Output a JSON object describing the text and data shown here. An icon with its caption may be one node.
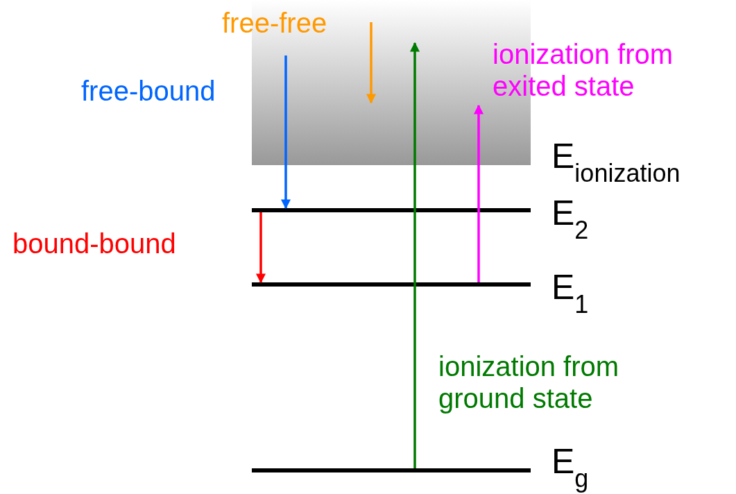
{
  "diagram": {
    "nodes": [
      {
        "text": [],
        "shape": "box",
        "beside": [
          "E$_{ionization}$"
        ]
      },
      {
        "text": [],
        "shape": "bar",
        "beside": [
          "E$_{2}$"
        ]
      },
      {
        "text": [],
        "shape": "bar",
        "beside": [
          "E$_{1}$"
        ]
      },
      {
        "text": [],
        "shape": "bar",
        "beside": [
          "E$_{g}$"
        ]
      }
    ],
    "edges": [
      {
        "from": null,
        "to": 0,
        "arrow": "to",
        "label": "free-free",
        "color": "#ff9900"
      },
      {
        "from": 0,
        "to": 1,
        "arrow": "to",
        "label": "free-bound",
        "color": "#0066ff"
      },
      {
        "from": 1,
        "to": 2,
        "arrow": "to",
        "label": "bound-bound",
        "color": "#ff0000"
      },
      {
        "from": 2,
        "to": 0,
        "arrow": "to",
        "label": "ionization from exited state",
        "color": "#ff00ff"
      },
      {
        "from": 3,
        "to": 0,
        "arrow": "to",
        "label": "ionization from ground state",
        "color": "#007a00"
      }
    ]
  }
}
